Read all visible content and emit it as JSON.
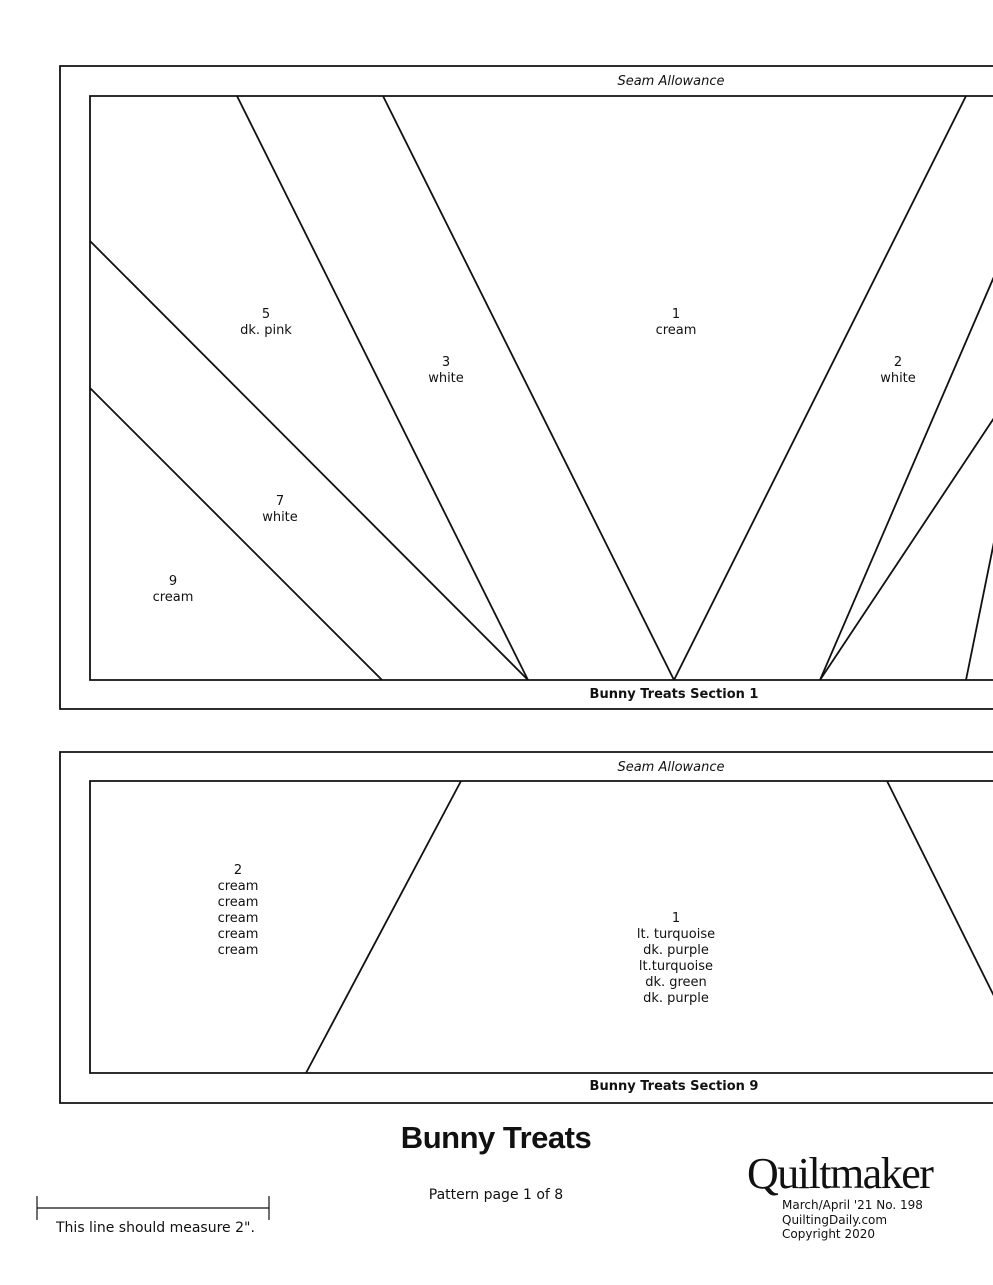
{
  "section1": {
    "seam_label": "Seam Allowance",
    "section_label": "Bunny Treats Section 1",
    "pieces": [
      {
        "num": "5",
        "color": "dk. pink"
      },
      {
        "num": "3",
        "color": "white"
      },
      {
        "num": "1",
        "color": "cream"
      },
      {
        "num": "2",
        "color": "white"
      },
      {
        "num": "7",
        "color": "white"
      },
      {
        "num": "9",
        "color": "cream"
      }
    ]
  },
  "section9": {
    "seam_label": "Seam Allowance",
    "section_label": "Bunny Treats Section 9",
    "pieces": [
      {
        "num": "2",
        "colors": [
          "cream",
          "cream",
          "cream",
          "cream",
          "cream"
        ]
      },
      {
        "num": "1",
        "colors": [
          "lt. turquoise",
          "dk. purple",
          "lt.turquoise",
          "dk. green",
          "dk. purple"
        ]
      }
    ]
  },
  "footer": {
    "title": "Bunny Treats",
    "page": "Pattern page 1 of 8",
    "measure": "This line should measure 2\".",
    "logo": "Quiltmaker",
    "issue": "March/April '21 No. 198",
    "site": "QuiltingDaily.com",
    "copyright": "Copyright 2020"
  }
}
